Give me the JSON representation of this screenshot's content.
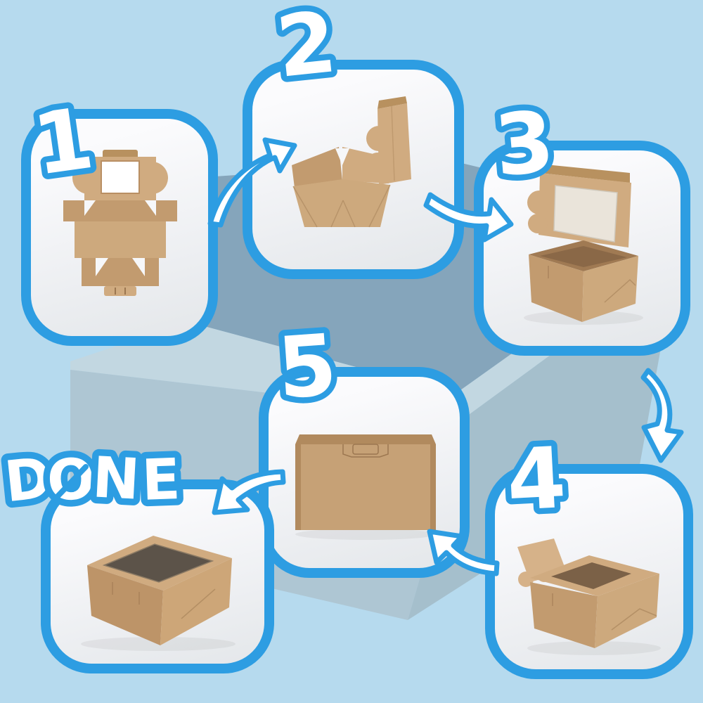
{
  "graphic": {
    "type": "step-by-step folding instructions",
    "subject": "kraft paper bakery box with window"
  },
  "colors": {
    "accent_blue": "#2d9de2",
    "background_blue": "#b6daee",
    "backdrop_box_dark": "#85a5bb",
    "backdrop_box_light": "#c2d7e1",
    "backdrop_box_front": "#aec6d3",
    "panel_background": "#f4f5f8",
    "kraft_light": "#d0ab80",
    "kraft_mid": "#c29b6f",
    "kraft_dark": "#ae865c",
    "window_dark": "#5c5349"
  },
  "steps": [
    {
      "number": "1",
      "illustration": "flat-unfolded-box-template"
    },
    {
      "number": "2",
      "illustration": "base-folded-scallop-lid-upright"
    },
    {
      "number": "3",
      "illustration": "open-box-window-lid-raised"
    },
    {
      "number": "4",
      "illustration": "lid-closing-front-flap-open"
    },
    {
      "number": "5",
      "illustration": "box-fully-closed-front-view"
    }
  ],
  "done": {
    "label": "DONE",
    "letters": [
      "D",
      "O",
      "N",
      "E"
    ],
    "illustration": "finished-box-with-window"
  },
  "flow": [
    {
      "from": "1",
      "to": "2"
    },
    {
      "from": "2",
      "to": "3"
    },
    {
      "from": "3",
      "to": "4"
    },
    {
      "from": "4",
      "to": "5"
    },
    {
      "from": "5",
      "to": "DONE"
    }
  ]
}
